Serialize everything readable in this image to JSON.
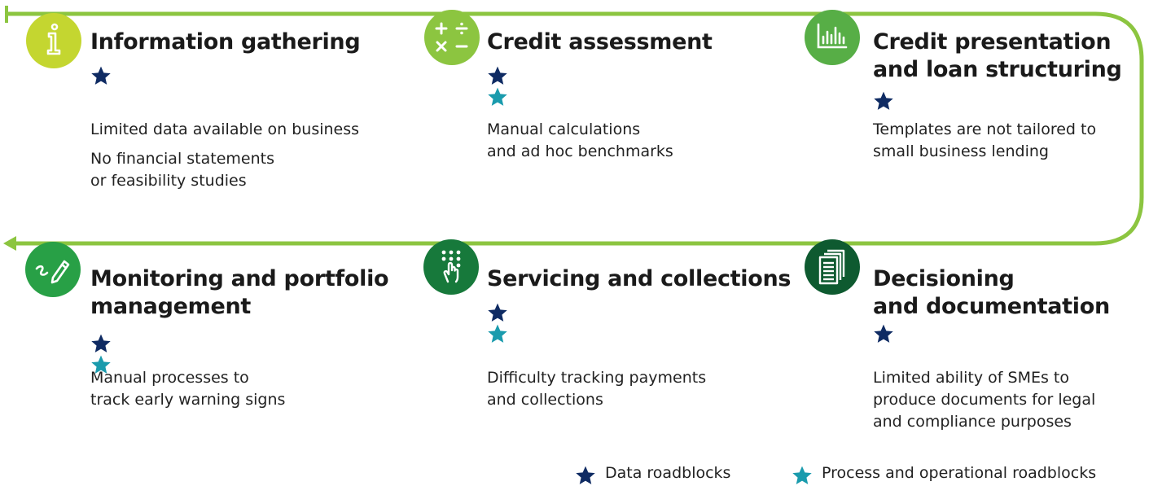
{
  "colors": {
    "line": "#8cc540",
    "data_star": "#0f2b63",
    "process_star": "#1a9bad",
    "icon1": "#c4d630",
    "icon2": "#8cc540",
    "icon3": "#57ae46",
    "icon4": "#28a046",
    "icon5": "#17793b",
    "icon6": "#0e5a30"
  },
  "steps": [
    {
      "icon": "info-icon",
      "title_lines": [
        "Information gathering"
      ],
      "stars": [
        "data"
      ],
      "desc": [
        [
          "Limited data available on business"
        ],
        [
          "No financial statements",
          "or feasibility studies"
        ]
      ]
    },
    {
      "icon": "calculator-icon",
      "title_lines": [
        "Credit assessment"
      ],
      "stars": [
        "data",
        "process"
      ],
      "desc": [
        [
          "Manual calculations",
          "and ad hoc benchmarks"
        ]
      ]
    },
    {
      "icon": "bar-chart-icon",
      "title_lines": [
        "Credit presentation",
        "and loan structuring"
      ],
      "stars": [
        "data"
      ],
      "desc": [
        [
          "Templates are not tailored to",
          "small business lending"
        ]
      ]
    },
    {
      "icon": "pen-icon",
      "title_lines": [
        "Monitoring and portfolio",
        "management"
      ],
      "stars": [
        "data",
        "process"
      ],
      "desc": [
        [
          "Manual processes to",
          "track early warning signs"
        ]
      ]
    },
    {
      "icon": "keypad-touch-icon",
      "title_lines": [
        "Servicing and collections"
      ],
      "stars": [
        "data",
        "process"
      ],
      "desc": [
        [
          "Difficulty tracking payments",
          "and collections"
        ]
      ]
    },
    {
      "icon": "documents-icon",
      "title_lines": [
        "Decisioning",
        "and documentation"
      ],
      "stars": [
        "data"
      ],
      "desc": [
        [
          "Limited ability of SMEs to",
          "produce documents for legal",
          "and compliance purposes"
        ]
      ]
    }
  ],
  "legend": {
    "data_label": "Data roadblocks",
    "process_label": "Process and operational roadblocks"
  }
}
